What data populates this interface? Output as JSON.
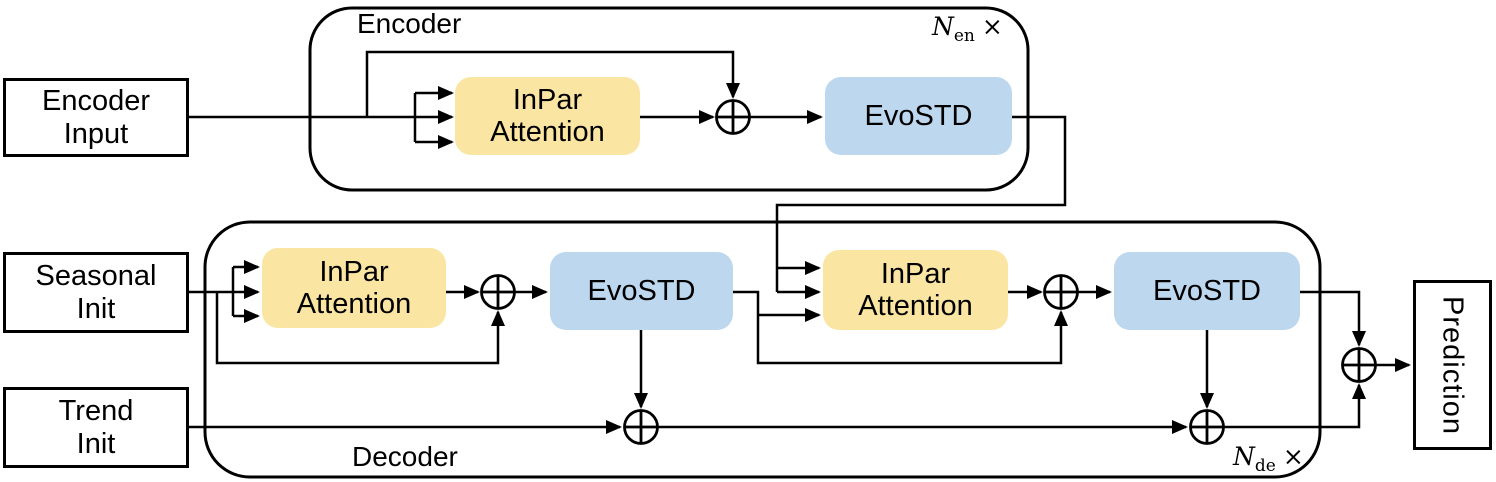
{
  "figure": {
    "encoder": {
      "label": "Encoder",
      "repeat": {
        "var": "N",
        "sub": "en",
        "times": "×"
      },
      "input": "Encoder\nInput",
      "attention": "InPar\nAttention",
      "evostd": "EvoSTD"
    },
    "decoder": {
      "label": "Decoder",
      "repeat": {
        "var": "N",
        "sub": "de",
        "times": "×"
      },
      "seasonal_input": "Seasonal\nInit",
      "trend_input": "Trend\nInit",
      "self_attention": "InPar\nAttention",
      "self_evostd": "EvoSTD",
      "cross_attention": "InPar\nAttention",
      "cross_evostd": "EvoSTD"
    },
    "output": {
      "prediction": "Prediction"
    },
    "operators": {
      "add": "⊕"
    },
    "colors": {
      "attention_fill": "#FBE5A2",
      "evostd_fill": "#BDD7EE",
      "line": "#000000",
      "background": "#FFFFFF"
    }
  }
}
